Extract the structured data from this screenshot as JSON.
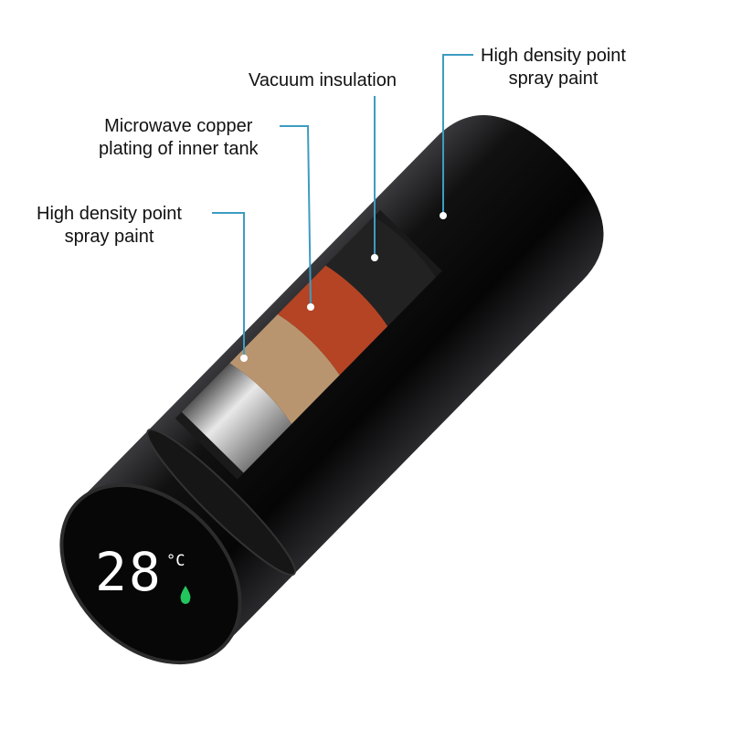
{
  "labels": {
    "outer_paint": {
      "line1": "High density point",
      "line2": "spray paint"
    },
    "copper": {
      "line1": "Microwave copper",
      "line2": "plating of inner tank"
    },
    "vacuum": {
      "line1": "Vacuum insulation"
    },
    "inner_paint": {
      "line1": "High density point",
      "line2": "spray paint"
    }
  },
  "display": {
    "temperature": "28",
    "unit": "°C",
    "indicator_icon": "water-drop-icon"
  },
  "colors": {
    "leader": "#3d9cc2",
    "body": "#0c0c0e",
    "copper": "#b9956f",
    "red_layer": "#b44424",
    "steel": "#b8b8b8",
    "indicator": "#22c55e"
  }
}
